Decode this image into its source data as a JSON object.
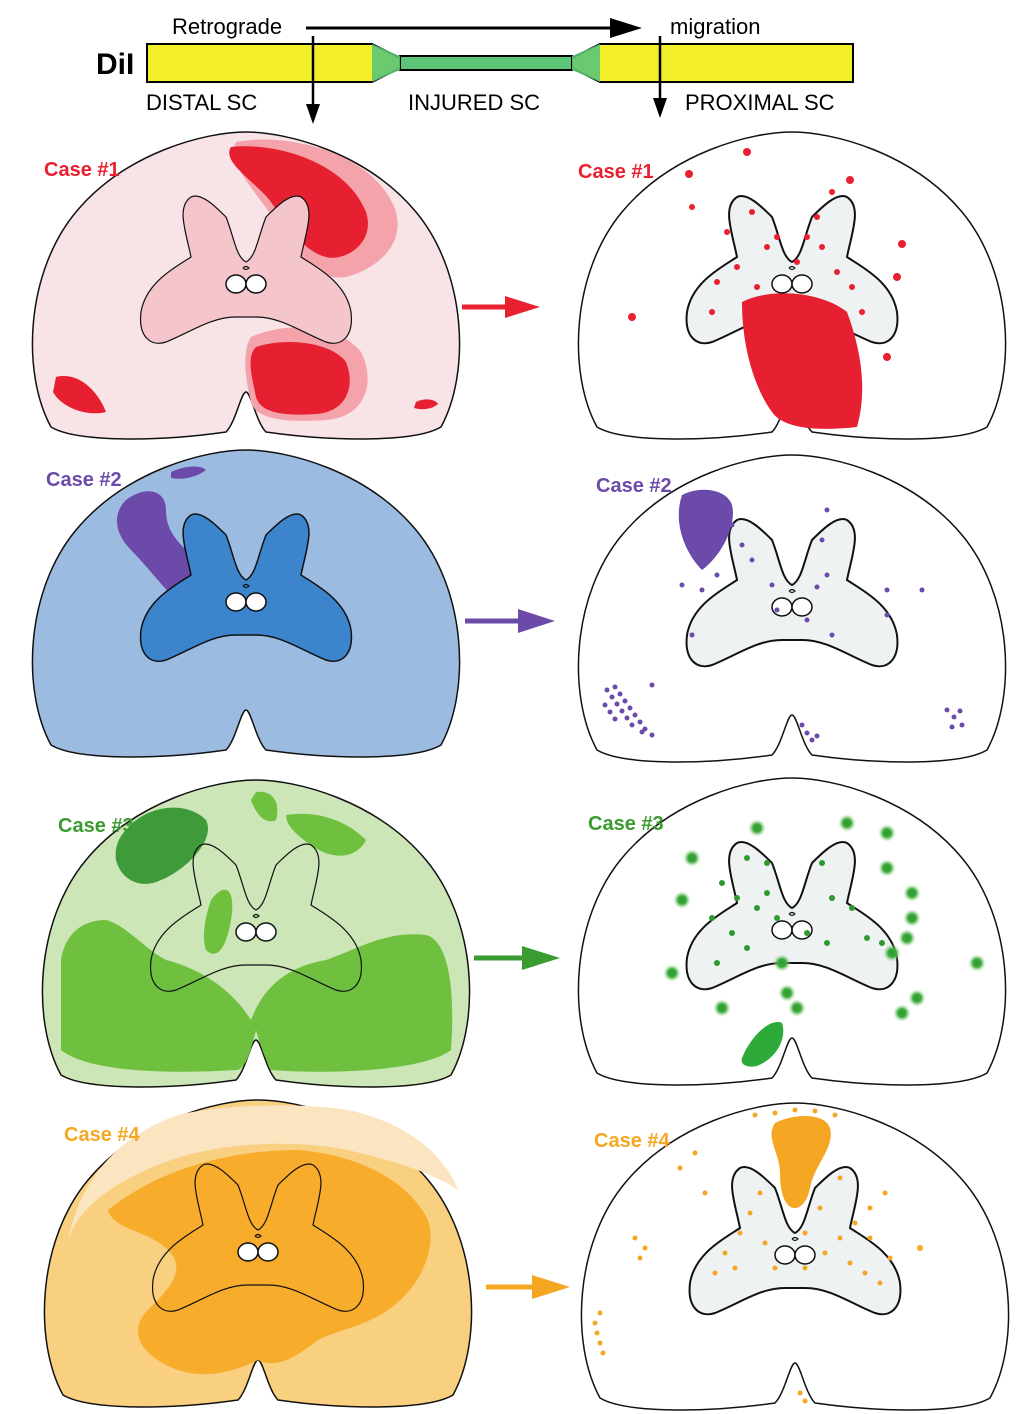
{
  "header": {
    "dye_label": "DiI",
    "direction_left": "Retrograde",
    "direction_right": "migration",
    "segment_distal": "DISTAL SC",
    "segment_injured": "INJURED SC",
    "segment_proximal": "PROXIMAL SC"
  },
  "cases": [
    {
      "label": "Case #1",
      "color": "#e8202f",
      "light": "#f7e1e4",
      "mid": "#f4a0a8",
      "dark": "#e62030",
      "grey": "#f4c6cc",
      "inner_white": "#ffffff"
    },
    {
      "label": "Case #2",
      "color": "#6b4aaa",
      "light": "#9bbbe0",
      "mid": "#3c84cc",
      "dark": "#6b4aaa",
      "grey": "#3c84cc",
      "inner_white": "#ffffff"
    },
    {
      "label": "Case #3",
      "color": "#3a9c30",
      "light": "#cde6b8",
      "mid": "#70c040",
      "dark": "#3f9a3a",
      "grey": "#a5d68a",
      "inner_white": "#ffffff"
    },
    {
      "label": "Case #4",
      "color": "#f5a623",
      "light": "#f9cf80",
      "mid": "#f7ad2b",
      "dark": "#f5a623",
      "grey": "#f9cf80",
      "inner_white": "#ffffff"
    }
  ],
  "colors": {
    "bar_yellow": "#f3ee2a",
    "bar_green": "#5cc477",
    "grey_matter_right": "#eef2f3",
    "outline": "#111111"
  }
}
